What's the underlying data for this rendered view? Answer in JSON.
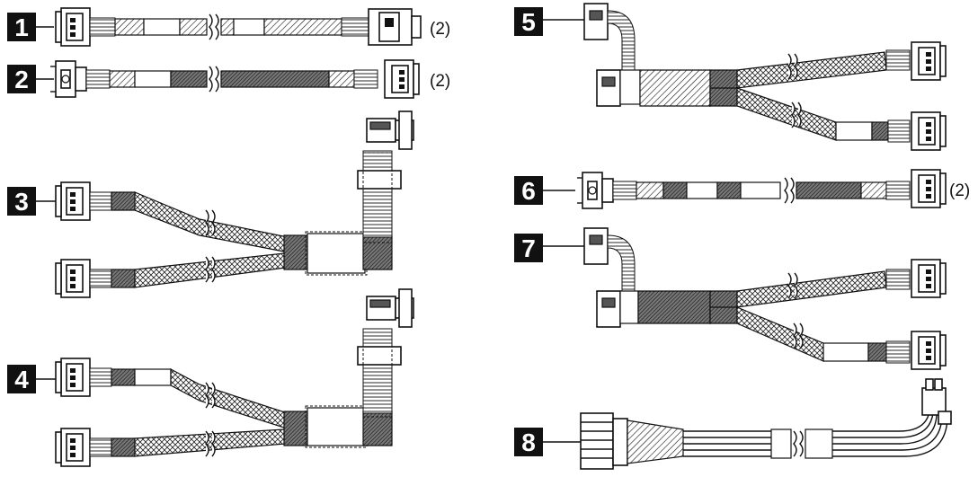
{
  "callouts": [
    {
      "number": "1",
      "quantity": "(2)"
    },
    {
      "number": "2",
      "quantity": "(2)"
    },
    {
      "number": "3",
      "quantity": ""
    },
    {
      "number": "4",
      "quantity": ""
    },
    {
      "number": "5",
      "quantity": ""
    },
    {
      "number": "6",
      "quantity": "(2)"
    },
    {
      "number": "7",
      "quantity": ""
    },
    {
      "number": "8",
      "quantity": ""
    }
  ],
  "colors": {
    "ink": "#111111",
    "background": "#ffffff"
  }
}
